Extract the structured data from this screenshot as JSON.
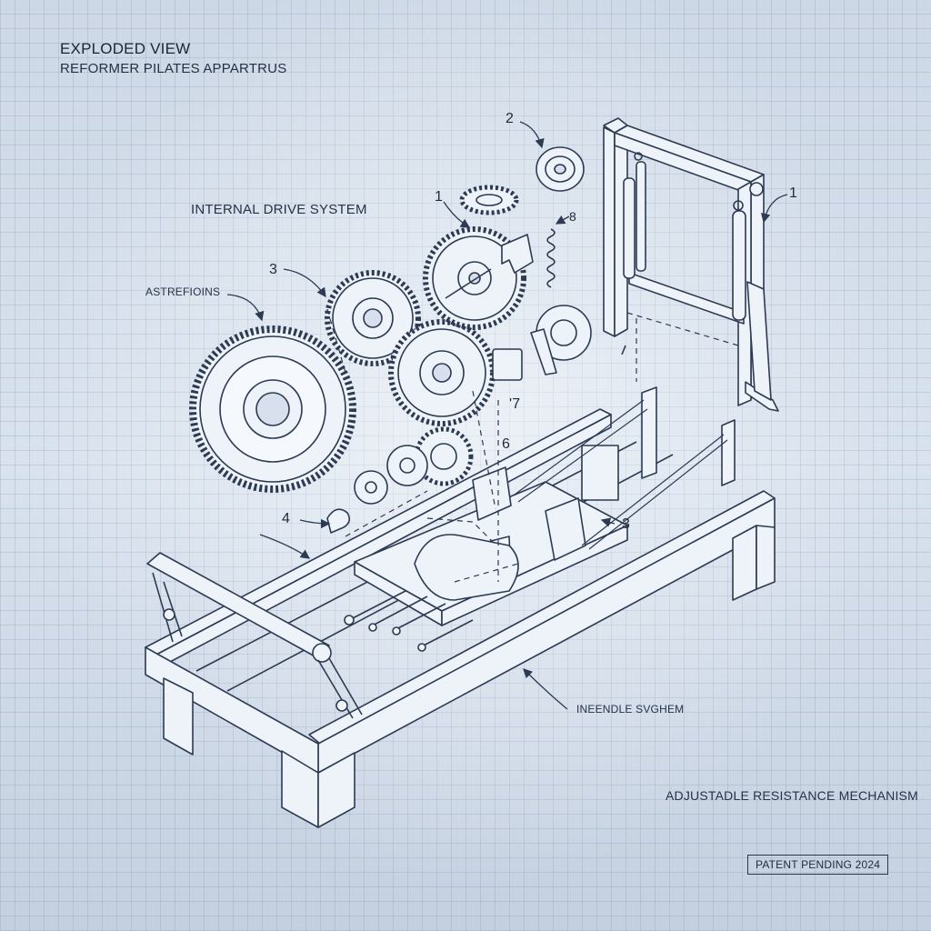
{
  "header": {
    "title": "EXPLODED VIEW",
    "subtitle": "REFORMER PILATES APPARTRUS"
  },
  "labels": {
    "internal_drive": "INTERNAL DRIVE SYSTEM",
    "astrefioins": "ASTREFIOINS",
    "ineendle": "INEENDLE SVGHEM",
    "adjustable": "ADJUSTADLE RESISTANCE MECHANISM",
    "patent": "PATENT PENDING 2024"
  },
  "part_numbers": {
    "n2_top": "2",
    "n1_gear": "1",
    "n8": "8",
    "n1_frame": "1",
    "n3_left": "3",
    "n7": "'7",
    "n6": "6",
    "n4": "4",
    "n3_right": "3"
  },
  "colors": {
    "line": "#2c3a52",
    "fill": "#eef3f9"
  }
}
